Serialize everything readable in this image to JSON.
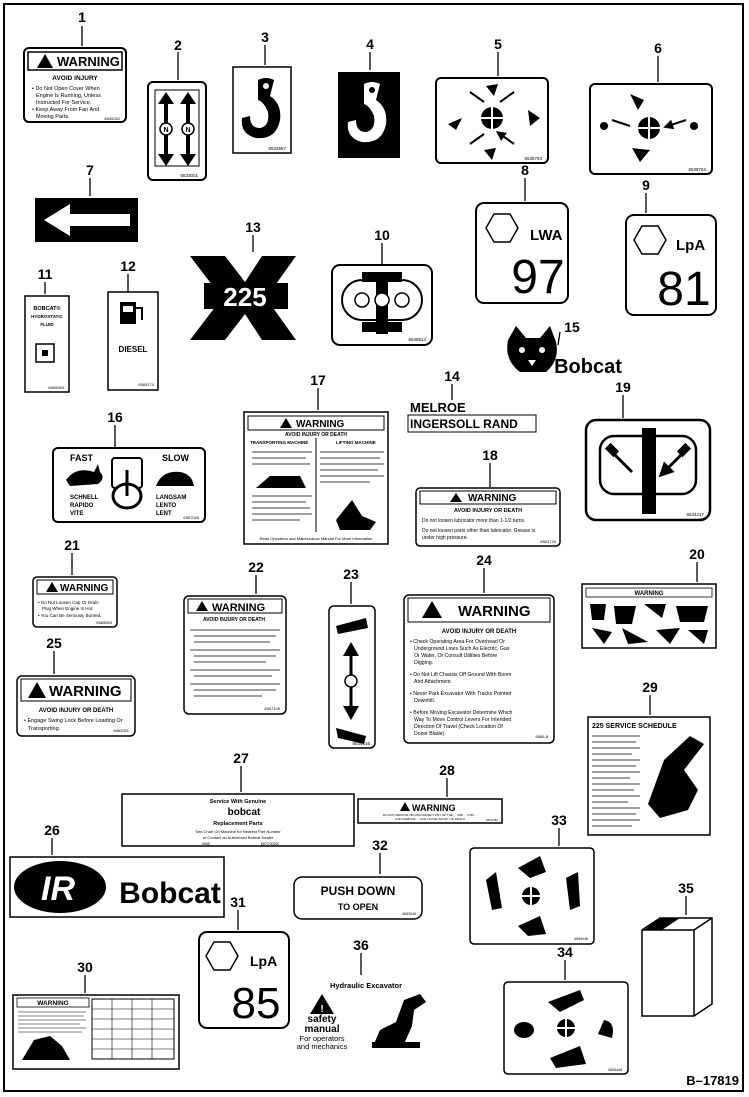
{
  "figure_id": "B–17819",
  "colors": {
    "ink": "#000000",
    "paper": "#ffffff"
  },
  "callouts": [
    "1",
    "2",
    "3",
    "4",
    "5",
    "6",
    "7",
    "8",
    "9",
    "10",
    "11",
    "12",
    "13",
    "14",
    "15",
    "16",
    "17",
    "18",
    "19",
    "20",
    "21",
    "22",
    "23",
    "24",
    "25",
    "26",
    "27",
    "28",
    "29",
    "30",
    "31",
    "32",
    "33",
    "34",
    "35",
    "36"
  ],
  "decals": {
    "d1": {
      "header": "WARNING",
      "sub": "AVOID INJURY",
      "line1": "• Do Not Open Cover When",
      "line2": "Engine Is Running, Unless",
      "line3": "Instructed For Service.",
      "line4": "• Keep Away From Fan And",
      "line5": "Moving Parts.",
      "part": "6845262"
    },
    "d2": {
      "part": "6533001"
    },
    "d3": {
      "part": "6532687"
    },
    "d5": {
      "part": "6538763"
    },
    "d6": {
      "part": "6538762"
    },
    "d8": {
      "unit": "LWA",
      "value": "97"
    },
    "d9": {
      "unit": "LpA",
      "value": "81"
    },
    "d10": {
      "part": "6538813"
    },
    "d11": {
      "line1": "BOBCAT®",
      "line2": "HYDROSTATIC",
      "line3": "FLUID",
      "part": "6565563"
    },
    "d12": {
      "label": "DIESEL",
      "part": "6565170"
    },
    "d13": {
      "model": "225"
    },
    "d14": {
      "line1": "MELROE",
      "line2": "INGERSOLL RAND"
    },
    "d15": {
      "brand": "Bobcat"
    },
    "d16": {
      "fast": "FAST",
      "slow": "SLOW",
      "fast1": "SCHNELL",
      "fast2": "RAPIDO",
      "fast3": "VITE",
      "slow1": "LANGSAM",
      "slow2": "LENTO",
      "slow3": "LENT",
      "part": "6567045"
    },
    "d17": {
      "header": "WARNING",
      "sub": "AVOID INJURY OR DEATH",
      "col1": "TRANSPORTING MACHINE",
      "col2": "LIFTING MACHINE",
      "footer": "Read Operation and Maintenance Manual For More Information"
    },
    "d18": {
      "header": "WARNING",
      "sub": "AVOID INJURY OR DEATH",
      "line1": "Do not loosen lubricator more than 1-1/2 turns.",
      "line2": "Do not loosen parts other than lubricator. Grease is",
      "line3": "under high pressure.",
      "part": "6564720"
    },
    "d19": {
      "part": "6534217"
    },
    "d21": {
      "header": "WARNING",
      "line1": "• Do Not Loosen Cap Or Drain",
      "line2": "Plug When Engine Is Hot.",
      "line3": "• You Can Be Seriously Burned.",
      "part": "6565653"
    },
    "d22": {
      "header": "WARNING",
      "sub": "AVOID INJURY OR DEATH",
      "part": "6557109"
    },
    "d23": {
      "part": "6534216"
    },
    "d24": {
      "header": "WARNING",
      "sub": "AVOID INJURY OR DEATH",
      "line1": "• Check Operating Area For Overhead Or",
      "line2": "Underground Lines Such As Electric, Gas",
      "line3": "Or Water, Or Consult Utilities Before",
      "line4": "Digging.",
      "line5": "• Do Not Lift Chassis Off Ground With Boom",
      "line6": "And Attachment.",
      "line7": "• Never Park Excavator With Tracks Pointed",
      "line8": "Downhill.",
      "line9": "• Before Moving Excavator Determine Which",
      "line10": "Way To Move Control Levers For Intended",
      "line11": "Direction Of Travel (Check Location Of",
      "line12": "Dozer Blade).",
      "part": "6566-8"
    },
    "d25": {
      "header": "WARNING",
      "sub": "AVOID INJURY OR DEATH",
      "line1": "• Engage Swing Lock Before Loading Or",
      "line2": "Transporting.",
      "part": "6563391"
    },
    "d26": {
      "logo": "IR",
      "brand": "Bobcat"
    },
    "d27": {
      "line1": "Service With Genuine",
      "brand": "bobcat",
      "line2": "Replacement Parts",
      "line3": "See Chart On Machine for Nearest Part Number",
      "line4": "or Contact an Authorized Bobcat Dealer",
      "part1": "6565",
      "part2": "6570 00000"
    },
    "d28": {
      "header": "WARNING",
      "line1": "DO NOT REMOVE OR DISCONNECT ANY OF THE ... AND ... FOR ...",
      "line2": "AND REMOVE ... CAN CAUSE INJURY OR DEATH",
      "part": "6572784"
    },
    "d29": {
      "header": "225 SERVICE SCHEDULE"
    },
    "d30": {
      "header": "WARNING"
    },
    "d31": {
      "unit": "LpA",
      "value": "85"
    },
    "d32": {
      "line1": "PUSH DOWN",
      "line2": "TO OPEN",
      "part": "6563046"
    },
    "d33": {
      "part": "6565448"
    },
    "d34": {
      "part": "6565448"
    },
    "d36": {
      "title": "Hydraulic Excavator",
      "line1": "safety",
      "line2": "manual",
      "line3": "For operators",
      "line4": "and mechanics"
    }
  }
}
